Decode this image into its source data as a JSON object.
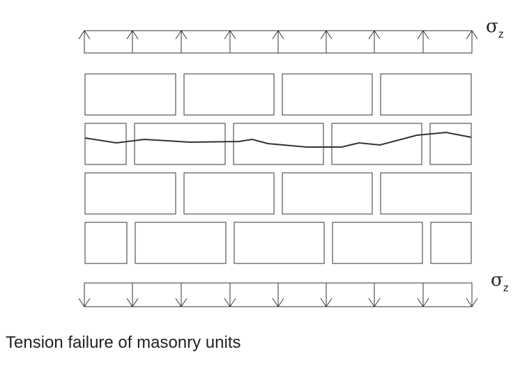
{
  "stress_top": {
    "symbol": "σ",
    "subscript": "z"
  },
  "stress_bottom": {
    "symbol": "σ",
    "subscript": "z"
  },
  "caption": "Tension failure of masonry units"
}
